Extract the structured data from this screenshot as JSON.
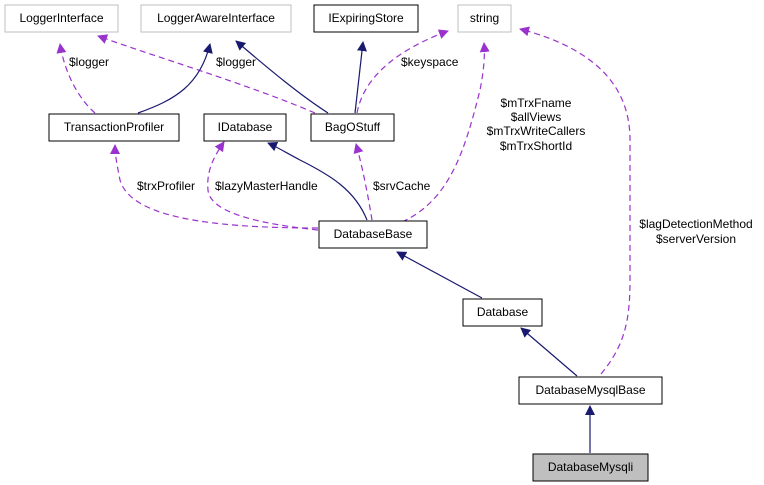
{
  "diagram": {
    "type": "collaboration-graph",
    "colors": {
      "inheritance": "#191970",
      "usage": "#9a32cd",
      "external_border": "#bfbfbf",
      "class_border": "#000000",
      "focus_fill": "#bfbfbf",
      "class_fill": "#ffffff"
    },
    "nodes": {
      "logger_interface": "LoggerInterface",
      "logger_aware_interface": "LoggerAwareInterface",
      "iexpiring_store": "IExpiringStore",
      "string": "string",
      "transaction_profiler": "TransactionProfiler",
      "idatabase": "IDatabase",
      "bag_o_stuff": "BagOStuff",
      "database_base": "DatabaseBase",
      "database": "Database",
      "database_mysql_base": "DatabaseMysqlBase",
      "database_mysqli": "DatabaseMysqli"
    },
    "edge_labels": {
      "tp_logger": "$logger",
      "bag_logger": "$logger",
      "keyspace": "$keyspace",
      "string_db_1": "$mTrxFname",
      "string_db_2": "$allViews",
      "string_db_3": "$mTrxWriteCallers",
      "string_db_4": "$mTrxShortId",
      "trx_profiler": "$trxProfiler",
      "lazy_master_handle": "$lazyMasterHandle",
      "srv_cache": "$srvCache",
      "string_mysql_1": "$lagDetectionMethod",
      "string_mysql_2": "$serverVersion"
    }
  }
}
